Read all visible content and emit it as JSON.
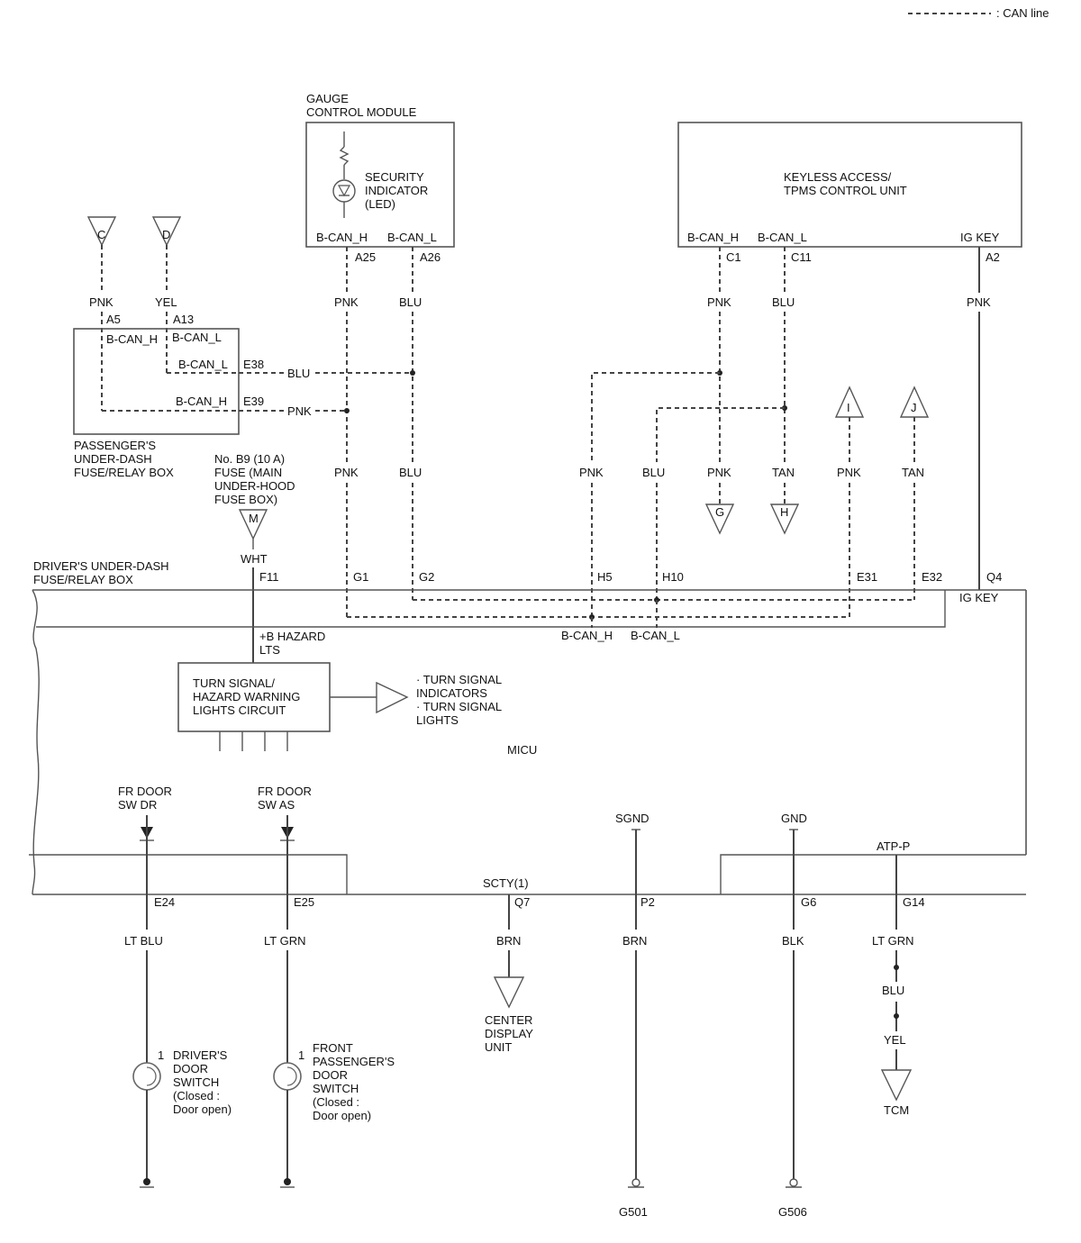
{
  "legend": {
    "can_line": ": CAN line"
  },
  "gauge": {
    "title1": "GAUGE",
    "title2": "CONTROL MODULE",
    "indicator1": "SECURITY",
    "indicator2": "INDICATOR",
    "indicator3": "(LED)",
    "pin_h": "B-CAN_H",
    "pin_l": "B-CAN_L",
    "term_h": "A25",
    "term_l": "A26"
  },
  "keyless": {
    "title1": "KEYLESS ACCESS/",
    "title2": "TPMS CONTROL UNIT",
    "pin_h": "B-CAN_H",
    "pin_l": "B-CAN_L",
    "pin_ig": "IG KEY",
    "term_h": "C1",
    "term_l": "C11",
    "term_ig": "A2"
  },
  "passenger_box": {
    "label1": "PASSENGER'S",
    "label2": "UNDER-DASH",
    "label3": "FUSE/RELAY BOX",
    "a5": "A5",
    "a13": "A13",
    "a5_pin": "B-CAN_H",
    "a13_pin": "B-CAN_L",
    "e38_pin": "B-CAN_L",
    "e38": "E38",
    "e39_pin": "B-CAN_H",
    "e39": "E39"
  },
  "connectors": {
    "c": "C",
    "d": "D",
    "i": "I",
    "j": "J",
    "g": "G",
    "h": "H",
    "m": "M"
  },
  "fuse": {
    "line1": "No. B9 (10 A)",
    "line2": "FUSE (MAIN",
    "line3": "UNDER-HOOD",
    "line4": "FUSE BOX)"
  },
  "wires": {
    "c_color": "PNK",
    "d_color": "YEL",
    "blu_e38": "BLU",
    "pnk_e39": "PNK",
    "a25_color": "PNK",
    "a26_color": "BLU",
    "c1_color": "PNK",
    "c11_color": "BLU",
    "a2_color": "PNK",
    "g1_color": "PNK",
    "g2_color": "BLU",
    "h5_color": "PNK",
    "h10_color": "BLU",
    "g_color": "PNK",
    "h_color": "TAN",
    "i_color": "PNK",
    "j_color": "TAN",
    "m_color": "WHT"
  },
  "driver_box": {
    "label1": "DRIVER'S UNDER-DASH",
    "label2": "FUSE/RELAY BOX",
    "f11": "F11",
    "g1": "G1",
    "g2": "G2",
    "h5": "H5",
    "h10": "H10",
    "e31": "E31",
    "e32": "E32",
    "q4": "Q4",
    "ig_key": "IG KEY",
    "can_h": "B-CAN_H",
    "can_l": "B-CAN_L",
    "hazard1": "+B HAZARD",
    "hazard2": "LTS",
    "circuit1": "TURN SIGNAL/",
    "circuit2": "HAZARD WARNING",
    "circuit3": "LIGHTS CIRCUIT",
    "out1": "· TURN SIGNAL",
    "out2": "INDICATORS",
    "out3": "· TURN SIGNAL",
    "out4": "LIGHTS",
    "micu": "MICU",
    "frdr1": "FR DOOR",
    "frdr2": "SW DR",
    "fras1": "FR DOOR",
    "fras2": "SW AS",
    "sgnd": "SGND",
    "gnd": "GND",
    "atpp": "ATP-P",
    "scty": "SCTY(1)",
    "e24": "E24",
    "e25": "E25",
    "q7": "Q7",
    "p2": "P2",
    "g6": "G6",
    "g14": "G14"
  },
  "bottom": {
    "e24_color": "LT BLU",
    "e25_color": "LT GRN",
    "q7_color": "BRN",
    "p2_color": "BRN",
    "g6_color": "BLK",
    "g14_color1": "LT GRN",
    "g14_color2": "BLU",
    "g14_color3": "YEL",
    "center1": "CENTER",
    "center2": "DISPLAY",
    "center3": "UNIT",
    "tcm": "TCM",
    "pin1_dr": "1",
    "pin1_as": "1",
    "dr1": "DRIVER'S",
    "dr2": "DOOR",
    "dr3": "SWITCH",
    "dr4": "(Closed :",
    "dr5": "Door open)",
    "as1": "FRONT",
    "as2": "PASSENGER'S",
    "as3": "DOOR",
    "as4": "SWITCH",
    "as5": "(Closed :",
    "as6": "Door open)",
    "g501": "G501",
    "g506": "G506"
  }
}
